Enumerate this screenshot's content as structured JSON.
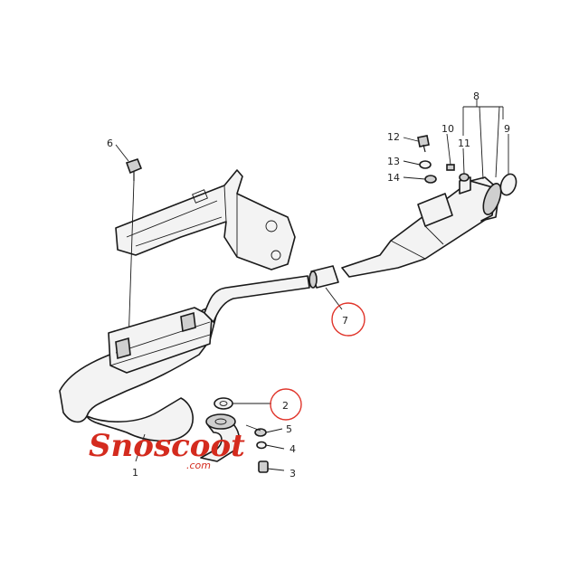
{
  "diagram": {
    "callouts": {
      "c1": "1",
      "c2": "2",
      "c3": "3",
      "c4": "4",
      "c5": "5",
      "c6": "6",
      "c7": "7",
      "c8": "8",
      "c9": "9",
      "c10": "10",
      "c11": "11",
      "c12": "12",
      "c13": "13",
      "c14": "14"
    },
    "highlight_color": "#e0342a",
    "logo": {
      "main": "Snoscoot",
      "sub": ".com",
      "color": "#d42b1e"
    }
  }
}
